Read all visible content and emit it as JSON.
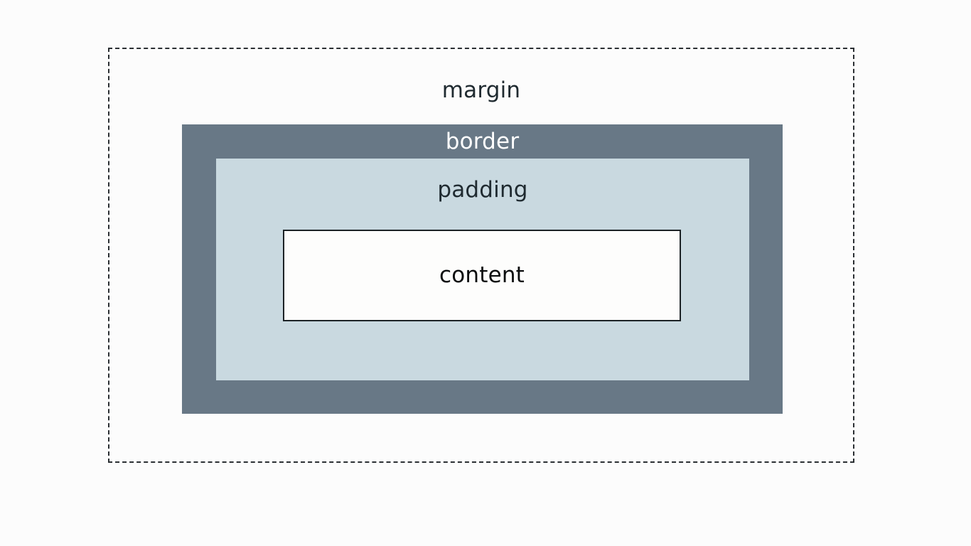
{
  "diagram": {
    "margin_label": "margin",
    "border_label": "border",
    "padding_label": "padding",
    "content_label": "content"
  },
  "colors": {
    "background": "#fcfcfc",
    "border_fill": "#687886",
    "padding_fill": "#c9d9e0",
    "content_fill": "#fdfdfc",
    "outline": "#1c2226"
  }
}
